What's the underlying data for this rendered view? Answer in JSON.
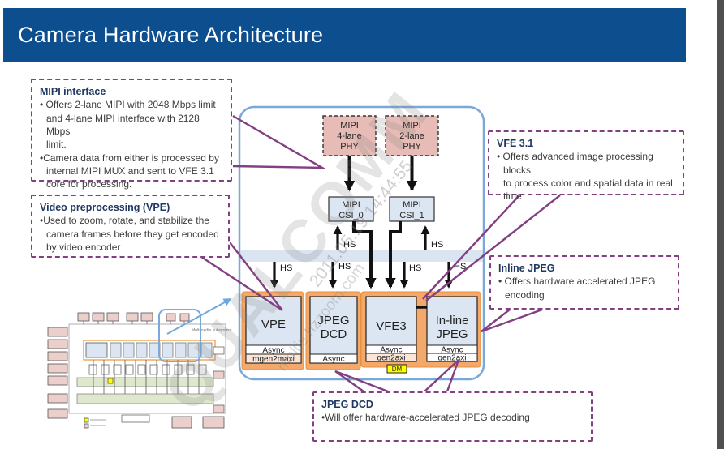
{
  "header": {
    "title": "Camera Hardware Architecture"
  },
  "callouts": {
    "mipi": {
      "title": "MIPI interface",
      "bullets": [
        "• Offers 2-lane MIPI with 2048 Mbps limit\nand 4-lane MIPI interface with 2128 Mbps\nlimit.",
        "•Camera data from either is processed by\ninternal MIPI MUX and sent to VFE 3.1\ncore for processing."
      ]
    },
    "vpe": {
      "title": "Video preprocessing (VPE)",
      "bullets": [
        "•Used to zoom, rotate, and stabilize the\ncamera frames before they get encoded\nby video encoder"
      ]
    },
    "vfe": {
      "title": "VFE 3.1",
      "bullets": [
        "• Offers advanced image processing blocks\nto process color and spatial data in real\ntime"
      ]
    },
    "inline_jpeg": {
      "title": "Inline JPEG",
      "bullets": [
        "• Offers hardware accelerated JPEG\nencoding"
      ]
    },
    "jpeg_dcd": {
      "title": "JPEG DCD",
      "bullets": [
        "•Will offer hardware-accelerated JPEG decoding"
      ]
    }
  },
  "diagram": {
    "hs_label": "HS",
    "phy_4lane_lines": [
      "MIPI",
      "4-lane",
      "PHY"
    ],
    "phy_2lane_lines": [
      "MIPI",
      "2-lane",
      "PHY"
    ],
    "csi0_lines": [
      "MIPI",
      "CSI_0"
    ],
    "csi1_lines": [
      "MIPI",
      "CSI_1"
    ],
    "vpe": {
      "title": "VPE",
      "tag1": "Async",
      "tag2": "mgen2maxi"
    },
    "jpeg_dcd": {
      "line1": "JPEG",
      "line2": "DCD",
      "tag1": "Async"
    },
    "vfe3": {
      "title": "VFE3",
      "tag1": "Async",
      "tag2": "gen2axi",
      "dm": "DM"
    },
    "inline_jpeg": {
      "line1": "In-line",
      "line2": "JPEG",
      "tag1": "Async",
      "tag2": "gen2axi"
    }
  },
  "thumbnail": {
    "caption": "Multimedia subsystem"
  },
  "watermark": {
    "brand": "QUALCOMM",
    "line1": "2011.05.19 14:44:55",
    "line2": "mollie hzzoom.com"
  },
  "colors": {
    "header_blue": "#0d4e8f",
    "callout_purple": "#823f82",
    "title_navy": "#1f3864",
    "diagram_border_blue": "#7ba7d9",
    "block_orange": "#f3a96c",
    "block_blue": "#dce6f2",
    "phy_pink": "#e7bcb6",
    "dm_yellow": "#ffff00"
  }
}
